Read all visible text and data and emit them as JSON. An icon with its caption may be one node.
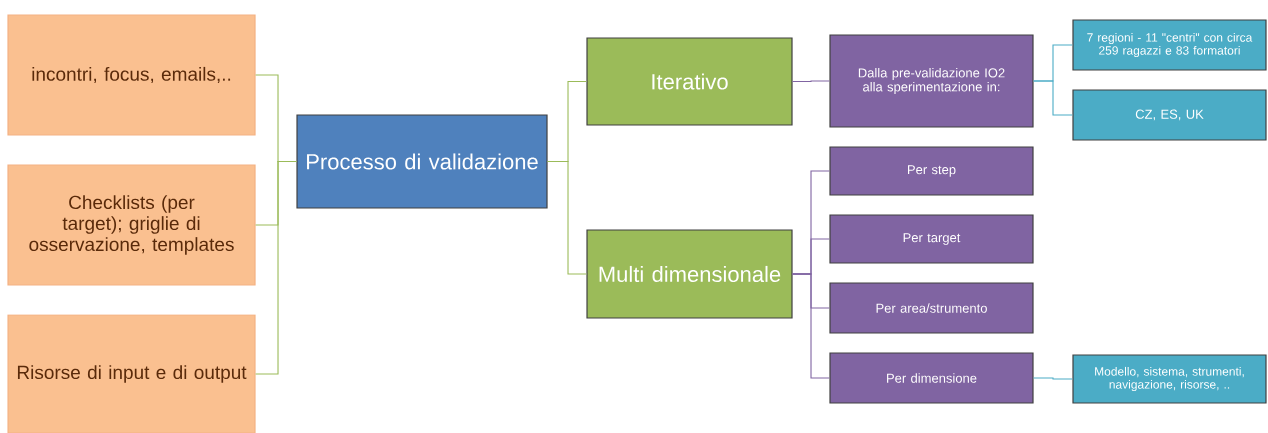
{
  "diagram": {
    "nodes": [
      {
        "text": [
          "incontri, focus, emails,.."
        ]
      },
      {
        "text": [
          "Checklists (per target); griglie di osservazione, templates"
        ]
      },
      {
        "text": [
          "Risorse di input e di output"
        ]
      },
      {
        "text": [
          "Processo di validazione"
        ]
      },
      {
        "text": [
          "Iterativo"
        ]
      },
      {
        "text": [
          "Multi dimensionale"
        ]
      },
      {
        "text": [
          "Dalla pre-validazione IO2 alla sperimentazione in:"
        ]
      },
      {
        "text": [
          "7 regioni - 11 \"centri\" con circa 259 ragazzi e 83 formatori"
        ]
      },
      {
        "text": [
          "CZ, ES, UK"
        ]
      },
      {
        "text": [
          "Per step"
        ]
      },
      {
        "text": [
          "Per target"
        ]
      },
      {
        "text": [
          "Per area/strumento"
        ]
      },
      {
        "text": [
          "Per dimensione"
        ]
      },
      {
        "text": [
          "Modello, sistema, strumenti, navigazione, risorse, .."
        ]
      }
    ],
    "edges": [
      {
        "from": 0,
        "to": 3,
        "arrow": "none"
      },
      {
        "from": 1,
        "to": 3,
        "arrow": "none"
      },
      {
        "from": 2,
        "to": 3,
        "arrow": "none"
      },
      {
        "from": 3,
        "to": 4,
        "arrow": "none"
      },
      {
        "from": 3,
        "to": 5,
        "arrow": "none"
      },
      {
        "from": 4,
        "to": 6,
        "arrow": "none",
        "color": "#8064a2"
      },
      {
        "from": 6,
        "to": 7,
        "arrow": "none",
        "color": "#4bacc6"
      },
      {
        "from": 6,
        "to": 8,
        "arrow": "none",
        "color": "#4bacc6"
      },
      {
        "from": 5,
        "to": 9,
        "arrow": "none",
        "color": "#8064a2"
      },
      {
        "from": 5,
        "to": 10,
        "arrow": "none",
        "color": "#8064a2"
      },
      {
        "from": 5,
        "to": 11,
        "arrow": "none",
        "color": "#8064a2"
      },
      {
        "from": 5,
        "to": 12,
        "arrow": "none",
        "color": "#8064a2"
      },
      {
        "from": 12,
        "to": 13,
        "arrow": "none",
        "color": "#4bacc6"
      }
    ]
  }
}
